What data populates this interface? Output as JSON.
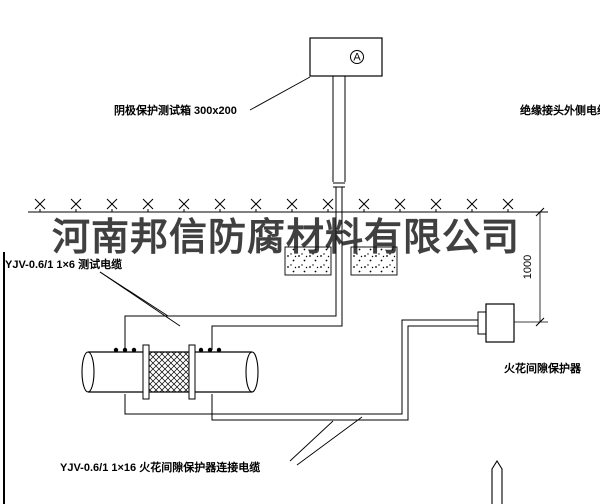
{
  "watermark": {
    "text": "河南邦信防腐材料有限公司"
  },
  "labels": {
    "test_box": "阴极保护测试箱 300x200",
    "insulated_joint_cable": "绝缘接头外侧电缆",
    "test_cable": "YJV-0.6/1 1×6  测试电缆",
    "spark_gap": "火花间隙保护器",
    "connection_cable": "YJV-0.6/1 1×16  火花间隙保护器连接电缆",
    "dimension_1000": "1000",
    "meter_symbol": "A"
  },
  "colors": {
    "line": "#000000",
    "background": "#ffffff",
    "watermark": "#111111"
  },
  "icons": {
    "ground_hatch": "x-ground-mark",
    "meter_circle": "circle-meter-symbol"
  }
}
